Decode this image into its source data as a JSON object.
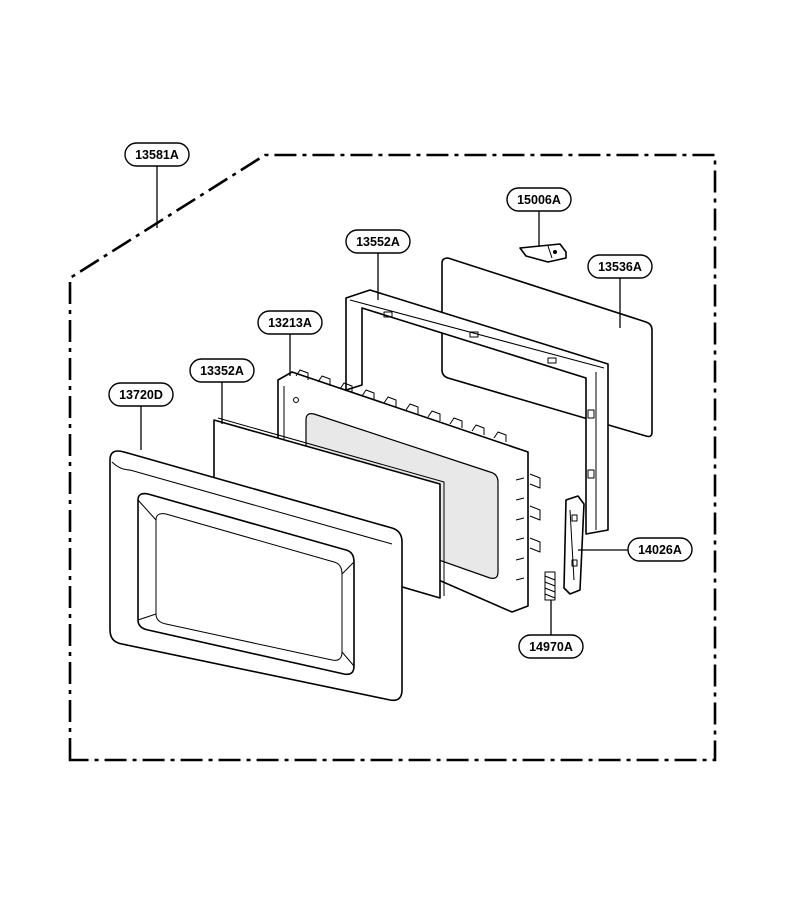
{
  "callouts": [
    {
      "id": "c-13581a",
      "label": "13581A"
    },
    {
      "id": "c-15006a",
      "label": "15006A"
    },
    {
      "id": "c-13552a",
      "label": "13552A"
    },
    {
      "id": "c-13536a",
      "label": "13536A"
    },
    {
      "id": "c-13213a",
      "label": "13213A"
    },
    {
      "id": "c-13352a",
      "label": "13352A"
    },
    {
      "id": "c-13720d",
      "label": "13720D"
    },
    {
      "id": "c-14026a",
      "label": "14026A"
    },
    {
      "id": "c-14970a",
      "label": "14970A"
    }
  ]
}
